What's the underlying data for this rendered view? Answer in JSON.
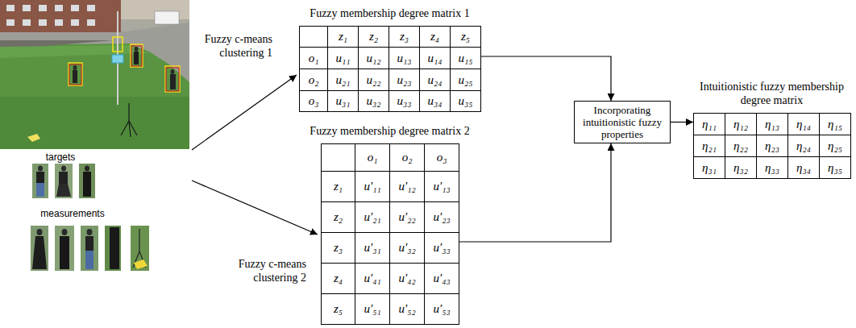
{
  "diagram": {
    "nodes": [
      {
        "text": [
          "Fuzzy membership degree matrix 1"
        ]
      },
      {
        "text": [
          "Fuzzy membership degree matrix 2"
        ]
      },
      {
        "text": [
          "Incorporating intuitionistic fuzzy properties"
        ]
      },
      {
        "text": [
          "Intuitionistic fuzzy membership degree matrix"
        ]
      }
    ],
    "edges": [
      {
        "from": 0,
        "to": 2,
        "arrow": "to"
      },
      {
        "from": 1,
        "to": 2,
        "arrow": "to"
      },
      {
        "from": 2,
        "to": 3,
        "arrow": "to"
      }
    ],
    "labels": [
      "targets",
      "measurements",
      "Fuzzy c-means clustering 1",
      "Fuzzy c-means clustering 2",
      "z₁",
      "z₂",
      "z₃",
      "z₄",
      "z₅",
      "o₁",
      "u₁₁",
      "u₁₂",
      "u₁₃",
      "u₁₄",
      "u₁₅",
      "o₂",
      "u₂₁",
      "u₂₂",
      "u₂₃",
      "u₂₄",
      "u₂₅",
      "o₃",
      "u₃₁",
      "u₃₂",
      "u₃₃",
      "u₃₄",
      "u₃₅",
      "o₁",
      "o₂",
      "o₃",
      "z₁",
      "u′₁₁",
      "u′₁₂",
      "u′₁₃",
      "z₂",
      "u′₂₁",
      "u′₂₂",
      "u′₂₃",
      "z₃",
      "u′₃₁",
      "u′₃₂",
      "u′₃₃",
      "z₄",
      "u′₄₁",
      "u′₄₂",
      "u′₄₃",
      "z₅",
      "u′₅₁",
      "u′₅₂",
      "u′₅₃",
      "η₁₁",
      "η₁₂",
      "η₁₃",
      "η₁₄",
      "η₁₅",
      "η₂₁",
      "η₂₂",
      "η₂₃",
      "η₂₄",
      "η₂₅",
      "η₃₁",
      "η₃₂",
      "η₃₃",
      "η₃₄",
      "η₃₅"
    ]
  }
}
